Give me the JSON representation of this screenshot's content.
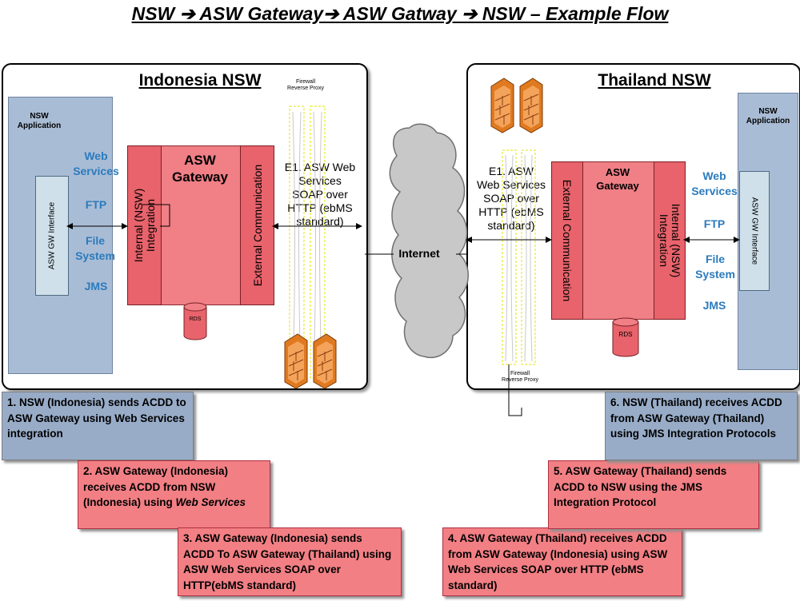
{
  "title": "NSW ➔ ASW Gateway➔ ASW Gatway ➔ NSW  –  Example Flow",
  "left": {
    "panel_title": "Indonesia NSW",
    "app_label": "NSW\nApplication",
    "gw_interface": "ASW GW Interface",
    "services": [
      "Web Services",
      "FTP",
      "File System",
      "JMS"
    ],
    "gw_title": "ASW\nGateway",
    "internal_label": "Internal (NSW)\nIntegration",
    "external_label": "External Communication",
    "rds": "RDS",
    "firewall_label": "Firewall\nReverse Proxy",
    "e1_text": "E1. ASW Web\nServices\nSOAP over\nHTTP (ebMS\nstandard)"
  },
  "right": {
    "panel_title": "Thailand NSW",
    "app_label": "NSW\nApplication",
    "gw_interface": "ASW GW Interface",
    "services": [
      "Web Services",
      "FTP",
      "File System",
      "JMS"
    ],
    "gw_title": "ASW\nGateway",
    "internal_label": "Internal (NSW)\nIntegration",
    "external_label": "External Communication",
    "rds": "RDS",
    "firewall_label": "Firewall\nReverse Proxy",
    "e1_text": "E1. ASW\nWeb Services\nSOAP over\nHTTP (ebMS\nstandard)"
  },
  "internet": "Internet",
  "steps": {
    "s1": "1. NSW (Indonesia) sends ACDD to ASW Gateway using Web Services integration",
    "s2_main": "2. ASW Gateway (Indonesia) receives ACDD from NSW (Indonesia) using ",
    "s2_em": "Web Services",
    "s3": "3. ASW Gateway (Indonesia) sends ACDD To ASW Gateway (Thailand) using ASW Web Services SOAP over  HTTP(ebMS standard)",
    "s4": "4. ASW Gateway (Thailand) receives ACDD from ASW Gateway (Indonesia) using  ASW Web Services SOAP over HTTP (ebMS standard)",
    "s5": "5. ASW Gateway (Thailand) sends ACDD to NSW using the JMS Integration Protocol",
    "s6": "6. NSW (Thailand) receives ACDD from ASW Gateway (Thailand) using JMS Integration Protocols"
  },
  "colors": {
    "app_blue": "#a9bcd5",
    "service_text": "#2b7bbd",
    "gateway_red": "#f07f86",
    "firewall_orange": "#e07a20",
    "cloud_gray": "#c8c8c8"
  }
}
